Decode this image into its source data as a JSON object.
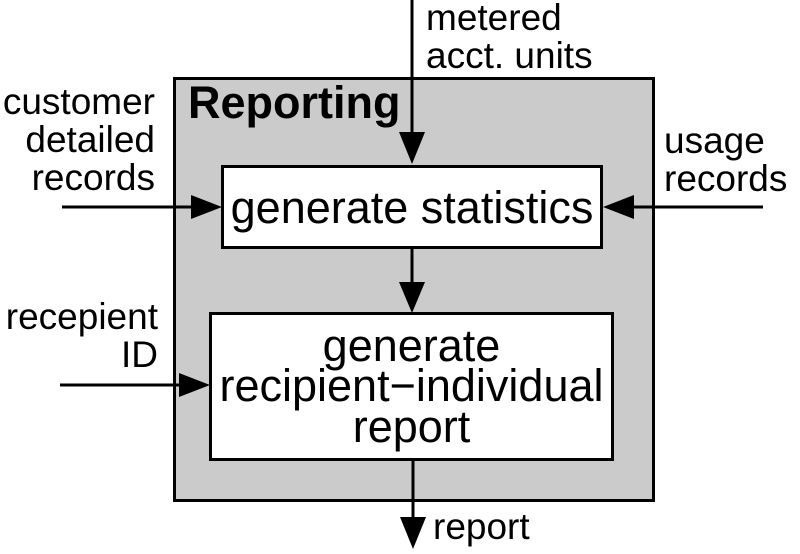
{
  "diagram": {
    "title": "Reporting",
    "process_boxes": [
      {
        "id": "generate-statistics",
        "label": "generate statistics"
      },
      {
        "id": "generate-recipient-individual-report",
        "label": "generate\nrecipient−individual\nreport"
      }
    ],
    "io_labels": {
      "metered_acct_units": "metered\nacct. units",
      "customer_detailed_records": "customer\ndetailed\nrecords",
      "usage_records": "usage\nrecords",
      "recipient_id": "recepient\nID",
      "report": "report"
    },
    "colors": {
      "container_fill": "#cbcbcb",
      "process_fill": "#ffffff",
      "stroke": "#000000",
      "background": "#ffffff"
    }
  }
}
